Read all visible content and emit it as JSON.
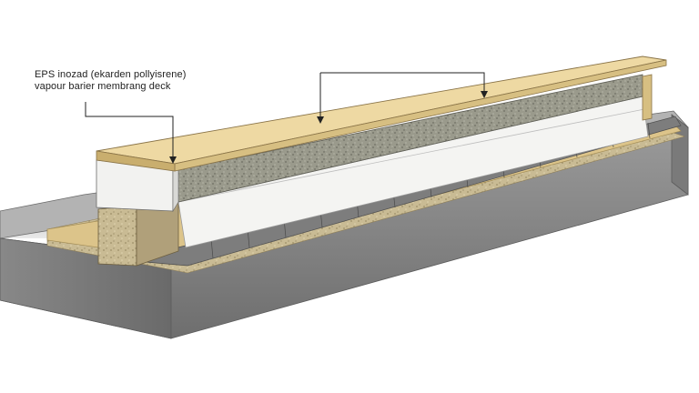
{
  "annotations": {
    "line1": "EPS inozad (ekarden pollyisrene)",
    "line2": "vapour barier membrang deck"
  },
  "colors": {
    "background": "#ffffff",
    "concrete_top": "#a9a9a9",
    "concrete_front": "#8a8a8a",
    "concrete_dark": "#6f6f6f",
    "timber_top": "#eed9a3",
    "timber_front": "#d7bf82",
    "eps_white": "#f4f4f2",
    "gravel_fill": "#9a9a8c",
    "paver": "#7d7d7d",
    "leader_line": "#222222"
  },
  "layers": [
    "timber-cap-board",
    "gravel-insulation-fill",
    "eps-insulation-board",
    "vapour-barrier-membrane",
    "paver-strip",
    "concrete-deck-slab"
  ]
}
